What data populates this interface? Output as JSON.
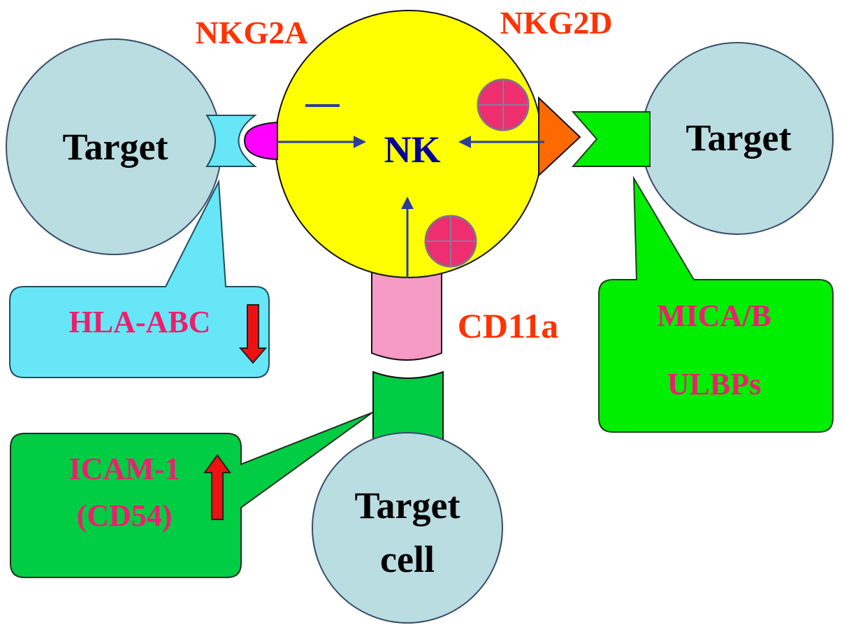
{
  "labels": {
    "nkg2a": "NKG2A",
    "nkg2d": "NKG2D",
    "nk": "NK",
    "cd11a": "CD11a",
    "target_left": "Target",
    "target_right": "Target",
    "target_cell_line1": "Target",
    "target_cell_line2": "cell",
    "hla": "HLA-ABC",
    "mica": "MICA/B",
    "ulbps": "ULBPs",
    "icam_line1": "ICAM-1",
    "icam_line2": "(CD54)"
  },
  "colors": {
    "nk_cell": "#ffff00",
    "target": "#b9dde1",
    "hla_box": "#66e6f6",
    "mica_box": "#00ee00",
    "icam_box": "#00cc44",
    "cd11a_bar": "#f49ac4",
    "nkg2a_receptor": "#ff00ff",
    "nkg2d_receptor": "#ff6a00",
    "activating_signal": "#ee2e6e",
    "arrow": "#2b3d9c",
    "red_label": "#ff3300",
    "pink_label": "#ee1e6e",
    "nk_text": "#000099",
    "indicator_arrow": "#ee1111"
  },
  "signals": {
    "nkg2a": "inhibitory",
    "nkg2d": "activating",
    "cd11a": "activating"
  },
  "indicators": {
    "hla": "down",
    "icam": "up"
  }
}
